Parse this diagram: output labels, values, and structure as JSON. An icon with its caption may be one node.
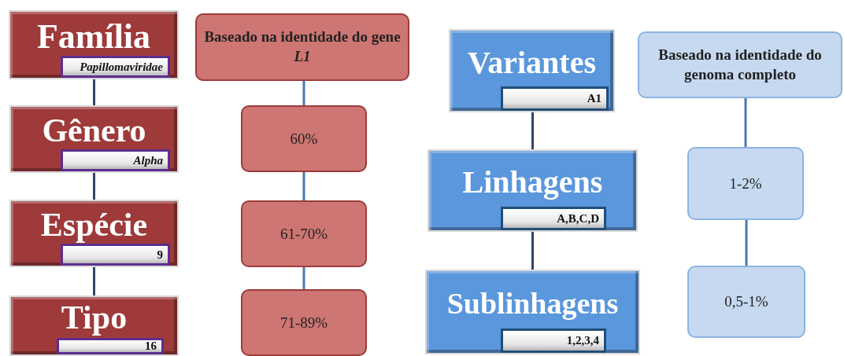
{
  "diagram": {
    "nodes": [
      {
        "text": [
          "Família"
        ]
      },
      {
        "text": [
          "Papillomaviridae"
        ],
        "in": 0
      },
      {
        "text": [
          "Gênero"
        ]
      },
      {
        "text": [
          "Alpha"
        ],
        "in": 2
      },
      {
        "text": [
          "Espécie"
        ]
      },
      {
        "text": [
          "9"
        ],
        "in": 4
      },
      {
        "text": [
          "Tipo"
        ]
      },
      {
        "text": [
          "16"
        ],
        "in": 6
      },
      {
        "text": [
          "Baseado na identidade do gene *L1*"
        ]
      },
      {
        "text": [
          "60%"
        ]
      },
      {
        "text": [
          "61-70%"
        ]
      },
      {
        "text": [
          "71-89%"
        ]
      },
      {
        "text": [
          "Variantes"
        ]
      },
      {
        "text": [
          "A1"
        ],
        "in": 12
      },
      {
        "text": [
          "Linhagens"
        ]
      },
      {
        "text": [
          "A,B,C,D"
        ],
        "in": 14
      },
      {
        "text": [
          "Sublinhagens"
        ]
      },
      {
        "text": [
          "1,2,3,4"
        ],
        "in": 16
      },
      {
        "text": [
          "Baseado na identidade do genoma completo"
        ]
      },
      {
        "text": [
          "1-2%"
        ]
      },
      {
        "text": [
          "0,5-1%"
        ]
      }
    ],
    "edges": [
      {
        "from": 1,
        "to": 2,
        "arrow": "none",
        "color": "#2f4766"
      },
      {
        "from": 3,
        "to": 4,
        "arrow": "none",
        "color": "#2f4766"
      },
      {
        "from": 5,
        "to": 6,
        "arrow": "none",
        "color": "#2f4766"
      },
      {
        "from": 8,
        "to": 9,
        "arrow": "none",
        "color": "#4a78b0"
      },
      {
        "from": 9,
        "to": 10,
        "arrow": "none",
        "color": "#4a78b0"
      },
      {
        "from": 10,
        "to": 11,
        "arrow": "none",
        "color": "#4a78b0"
      },
      {
        "from": 13,
        "to": 14,
        "arrow": "none",
        "color": "#2f4766"
      },
      {
        "from": 15,
        "to": 16,
        "arrow": "none",
        "color": "#2f4766"
      },
      {
        "from": 18,
        "to": 19,
        "arrow": "none",
        "color": "#4a78b0"
      },
      {
        "from": 19,
        "to": 20,
        "arrow": "none",
        "color": "#4a78b0"
      }
    ]
  }
}
